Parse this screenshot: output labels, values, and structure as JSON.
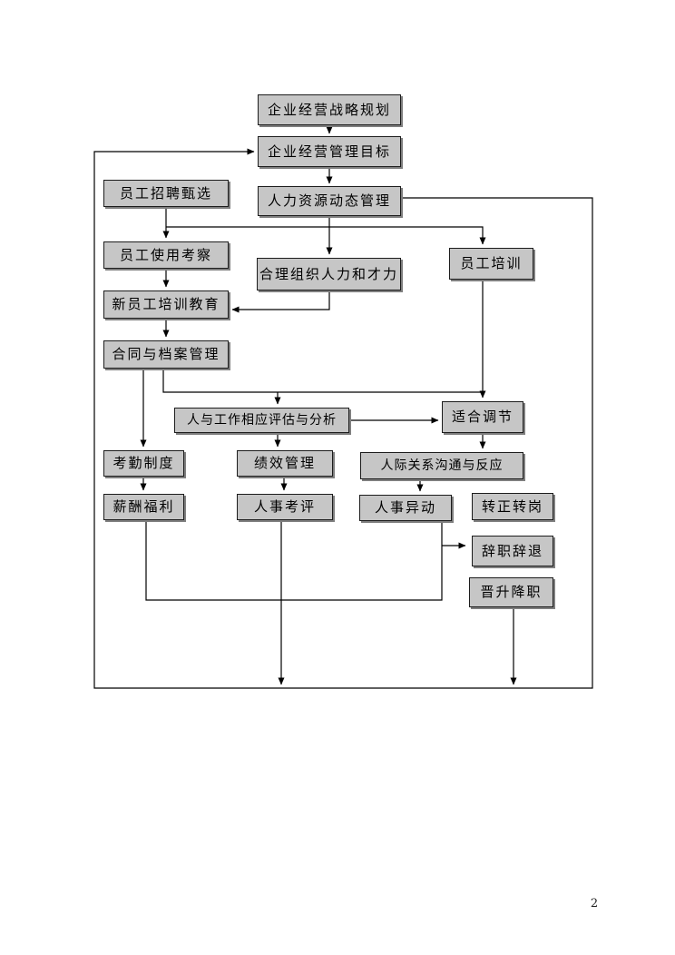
{
  "page": {
    "number": "2",
    "background_color": "#ffffff"
  },
  "diagram": {
    "type": "flowchart",
    "colors": {
      "node_fill": "#c6c6c6",
      "node_border": "#1c1c1c",
      "node_shadow": "#7f7f7f",
      "connector": "#000000"
    },
    "nodes": [
      {
        "id": "business-strategy-planning",
        "label": "企业经营战略规划"
      },
      {
        "id": "business-management-goals",
        "label": "企业经营管理目标"
      },
      {
        "id": "recruitment-selection",
        "label": "员工招聘甄选"
      },
      {
        "id": "hr-dynamic-management",
        "label": "人力资源动态管理"
      },
      {
        "id": "employee-usage-review",
        "label": "员工使用考察"
      },
      {
        "id": "organize-manpower-talent",
        "label": "合理组织人力和才力"
      },
      {
        "id": "employee-training",
        "label": "员工培训"
      },
      {
        "id": "new-employee-training",
        "label": "新员工培训教育"
      },
      {
        "id": "contract-archive-management",
        "label": "合同与档案管理"
      },
      {
        "id": "person-job-evaluation-analysis",
        "label": "人与工作相应评估与分析"
      },
      {
        "id": "fit-adjustment",
        "label": "适合调节"
      },
      {
        "id": "attendance-system",
        "label": "考勤制度"
      },
      {
        "id": "performance-management",
        "label": "绩效管理"
      },
      {
        "id": "interpersonal-communication-response",
        "label": "人际关系沟通与反应"
      },
      {
        "id": "compensation-benefits",
        "label": "薪酬福利"
      },
      {
        "id": "personnel-appraisal",
        "label": "人事考评"
      },
      {
        "id": "personnel-transfer",
        "label": "人事异动"
      },
      {
        "id": "regularization-transfer",
        "label": "转正转岗"
      },
      {
        "id": "resignation-dismissal",
        "label": "辞职辞退"
      },
      {
        "id": "promotion-demotion",
        "label": "晋升降职"
      }
    ],
    "edges": [
      {
        "from": "business-strategy-planning",
        "to": "business-management-goals"
      },
      {
        "from": "business-management-goals",
        "to": "hr-dynamic-management"
      },
      {
        "from": "hr-dynamic-management",
        "to": "organize-manpower-talent"
      },
      {
        "from": "hr-dynamic-management",
        "to": "employee-training"
      },
      {
        "from": "hr-dynamic-management",
        "to": "business-management-goals",
        "note": "feedback loop around diagram border"
      },
      {
        "from": "recruitment-selection",
        "to": "employee-usage-review"
      },
      {
        "from": "employee-usage-review",
        "to": "new-employee-training"
      },
      {
        "from": "organize-manpower-talent",
        "to": "new-employee-training"
      },
      {
        "from": "new-employee-training",
        "to": "contract-archive-management"
      },
      {
        "from": "contract-archive-management",
        "to": "attendance-system"
      },
      {
        "from": "contract-archive-management",
        "to": "person-job-evaluation-analysis"
      },
      {
        "from": "employee-training",
        "to": "fit-adjustment"
      },
      {
        "from": "person-job-evaluation-analysis",
        "to": "fit-adjustment"
      },
      {
        "from": "person-job-evaluation-analysis",
        "to": "performance-management"
      },
      {
        "from": "fit-adjustment",
        "to": "interpersonal-communication-response"
      },
      {
        "from": "interpersonal-communication-response",
        "to": "personnel-transfer"
      },
      {
        "from": "attendance-system",
        "to": "compensation-benefits"
      },
      {
        "from": "performance-management",
        "to": "personnel-appraisal"
      },
      {
        "from": "personnel-transfer",
        "to": "resignation-dismissal"
      },
      {
        "from": "compensation-benefits",
        "to": "personnel-transfer",
        "note": "bottom collector line"
      },
      {
        "from": "personnel-appraisal",
        "to": "feedback-loop-bottom"
      },
      {
        "from": "promotion-demotion",
        "to": "feedback-loop-bottom"
      }
    ]
  }
}
